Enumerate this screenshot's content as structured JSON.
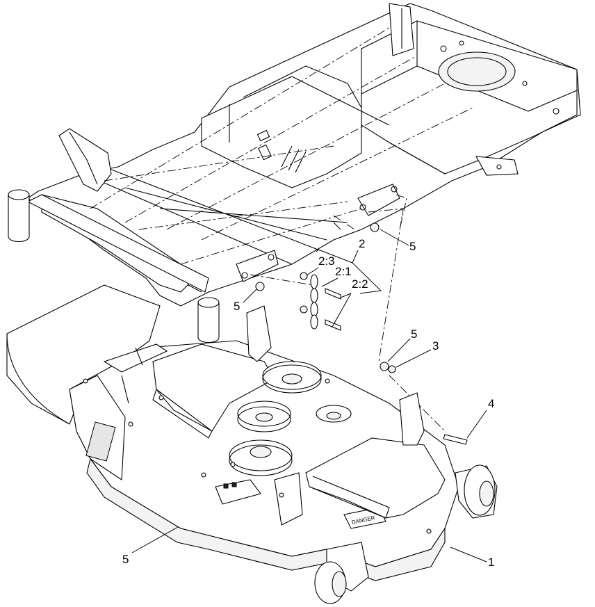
{
  "callouts": {
    "c1": "1",
    "c2": "2",
    "c2_1": "2:1",
    "c2_2": "2:2",
    "c2_3": "2:3",
    "c3": "3",
    "c4": "4",
    "c5_upper_right": "5",
    "c5_left": "5",
    "c5_mid": "5",
    "c5_bottom": "5"
  },
  "decal": {
    "danger": "DANGER"
  }
}
